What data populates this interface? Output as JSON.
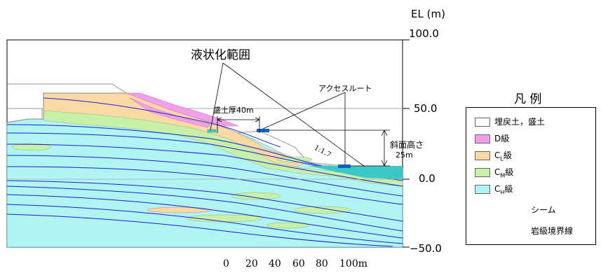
{
  "axis": {
    "unit_label": "EL (m)",
    "ticks": [
      "100.0",
      "50.0",
      "0.0",
      "−50.0"
    ]
  },
  "annotations": {
    "liquefaction": "液状化範囲",
    "fill_thickness": "盛土厚40m",
    "access_route": "アクセスルート",
    "slope_ratio": "1:1.7",
    "slope_height_label": "斜面高さ",
    "slope_height_value": "25m"
  },
  "scale_bar": [
    "0",
    "20",
    "40",
    "60",
    "80",
    "100m"
  ],
  "legend": {
    "title": "凡 例",
    "items": [
      {
        "label": "埋戻土，盛土",
        "color": "#ffffff"
      },
      {
        "label": "D級",
        "color": "#f0a0e8"
      },
      {
        "label": "CL級",
        "main": "C",
        "sub": "L",
        "suffix": "級",
        "color": "#fbd9a4"
      },
      {
        "label": "CM級",
        "main": "C",
        "sub": "M",
        "suffix": "級",
        "color": "#c8f0a8"
      },
      {
        "label": "CH級",
        "main": "C",
        "sub": "H",
        "suffix": "級",
        "color": "#b0f4f4"
      }
    ],
    "lines": [
      {
        "label": "シーム",
        "color": "#2020d0"
      },
      {
        "label": "岩級境界線",
        "color": "#999999"
      }
    ]
  },
  "colors": {
    "ch": "#b0f4f4",
    "cm": "#c8f0a8",
    "cl": "#fbd9a4",
    "d": "#f0a0e8",
    "water": "#3cc8c8",
    "seam": "#2020d0",
    "route": "#1060c0"
  }
}
